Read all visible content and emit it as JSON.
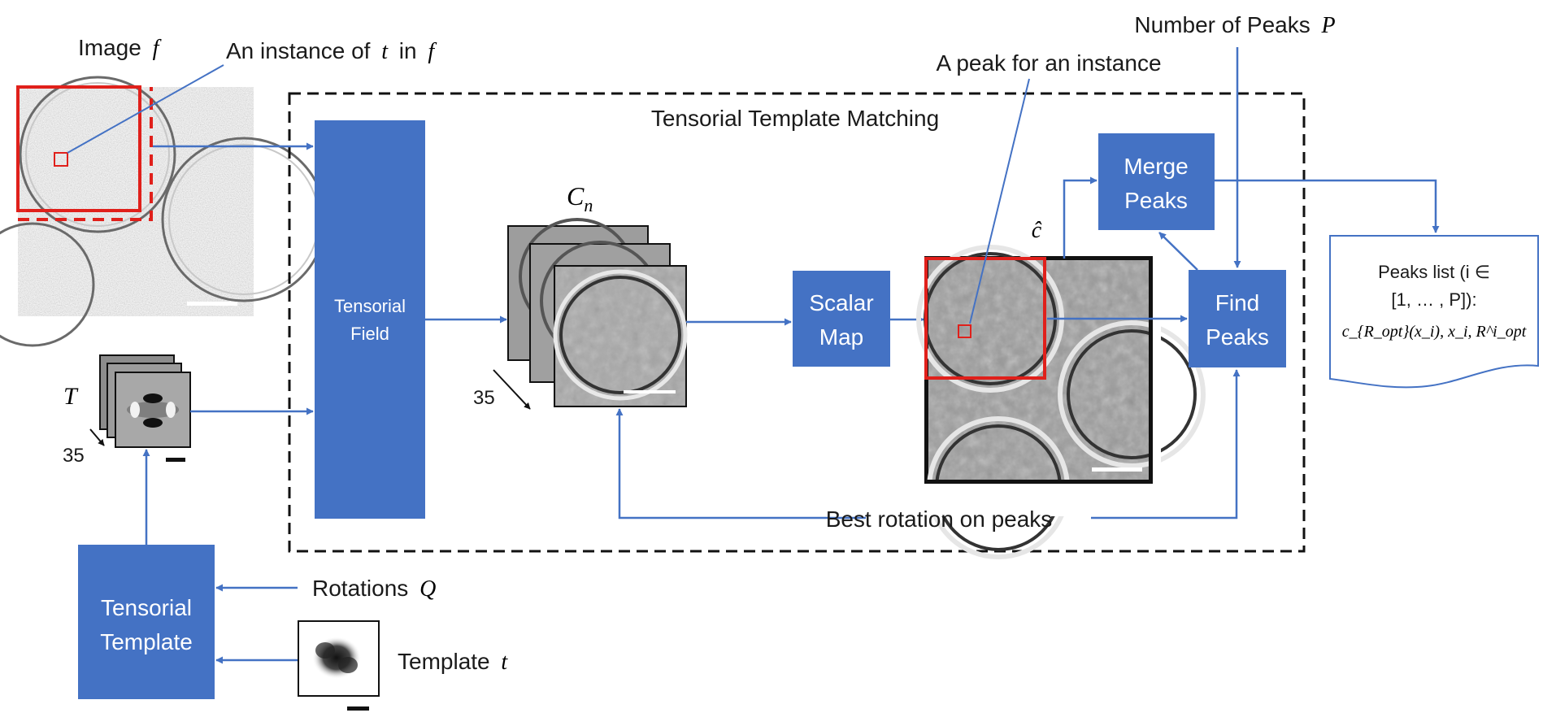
{
  "colors": {
    "accent_blue": "#4472C4",
    "highlight_red": "#E0201B",
    "frame_dark": "#111111",
    "texture_gray": "#9a9a9a"
  },
  "labels": {
    "image_f": "Image",
    "image_f_var": "f",
    "instance_of_t": "An instance of",
    "instance_of_t_var1": "t",
    "instance_of_t_in": "in",
    "instance_of_t_var2": "f",
    "tensorial_template_matching": "Tensorial Template Matching",
    "peak_for_instance": "A peak for an instance",
    "number_of_peaks": "Number of Peaks",
    "number_of_peaks_var": "P",
    "t_var": "T",
    "count_35_left": "35",
    "count_35_middle": "35",
    "c_n": "C",
    "c_n_sub": "n",
    "c_hat": "ĉ",
    "best_rotation": "Best rotation on peaks",
    "rotations_q": "Rotations",
    "rotations_q_var": "Q",
    "template_t": "Template",
    "template_t_var": "t"
  },
  "boxes": {
    "tensorial_field_line1": "Tensorial",
    "tensorial_field_line2": "Field",
    "scalar_map_line1": "Scalar",
    "scalar_map_line2": "Map",
    "merge_peaks_line1": "Merge",
    "merge_peaks_line2": "Peaks",
    "find_peaks_line1": "Find",
    "find_peaks_line2": "Peaks",
    "tensorial_template_line1": "Tensorial",
    "tensorial_template_line2": "Template"
  },
  "peaks_list": {
    "line1": "Peaks list (i ∈",
    "line2": "[1, … , P]):",
    "line3": "c_{R_opt}(x_i), x_i, R^i_opt"
  },
  "icons": [
    "tomogram-image",
    "template-stack-image",
    "correlation-stack-image",
    "scalar-map-image",
    "template-density-image",
    "document-shape"
  ]
}
